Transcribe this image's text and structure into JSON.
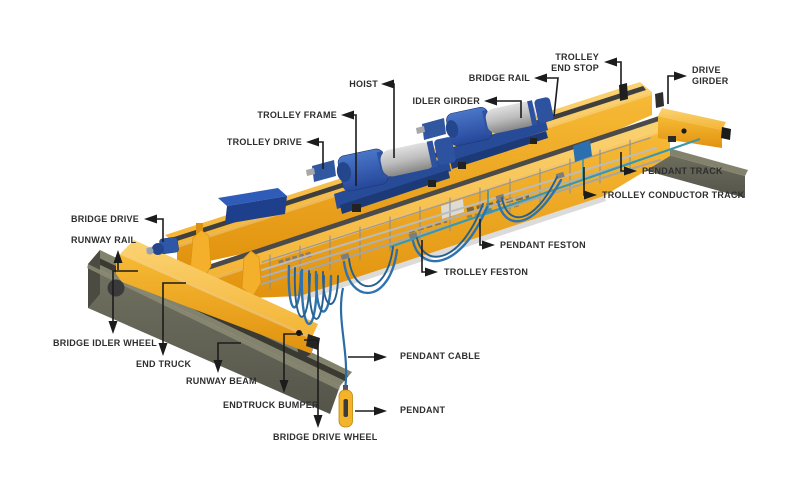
{
  "labels": {
    "hoist": "HOIST",
    "trolley_frame": "TROLLEY FRAME",
    "trolley_drive": "TROLLEY DRIVE",
    "idler_girder": "IDLER GIRDER",
    "bridge_rail": "BRIDGE RAIL",
    "trolley_end_stop": "TROLLEY END STOP",
    "drive_girder": "DRIVE GIRDER",
    "pendant_track": "PENDANT TRACK",
    "trolley_conductor_track": "TROLLEY CONDUCTOR TRACK",
    "pendant_feston": "PENDANT FESTON",
    "trolley_feston": "TROLLEY FESTON",
    "bridge_drive": "BRIDGE DRIVE",
    "runway_rail": "RUNWAY RAIL",
    "bridge_idler_wheel": "BRIDGE IDLER WHEEL",
    "end_truck": "END TRUCK",
    "runway_beam": "RUNWAY BEAM",
    "endtruck_bumper": "ENDTRUCK BUMPER",
    "bridge_drive_wheel": "BRIDGE DRIVE WHEEL",
    "pendant_cable": "PENDANT CABLE",
    "pendant": "PENDANT"
  },
  "colors": {
    "label_text": "#2E2E2E",
    "callout_line": "#1C1C1C",
    "girder_yellow": "#F2AB20",
    "girder_yellow_light": "#F8C855",
    "machinery_blue": "#2E55A0",
    "runway_olive": "#67675A",
    "cable_blue": "#2F73AE",
    "conductor_teal": "#3A98AE",
    "rail_silver": "#B8B8B8",
    "pendant_yellow": "#F3B32A",
    "background": "#FFFFFF"
  }
}
